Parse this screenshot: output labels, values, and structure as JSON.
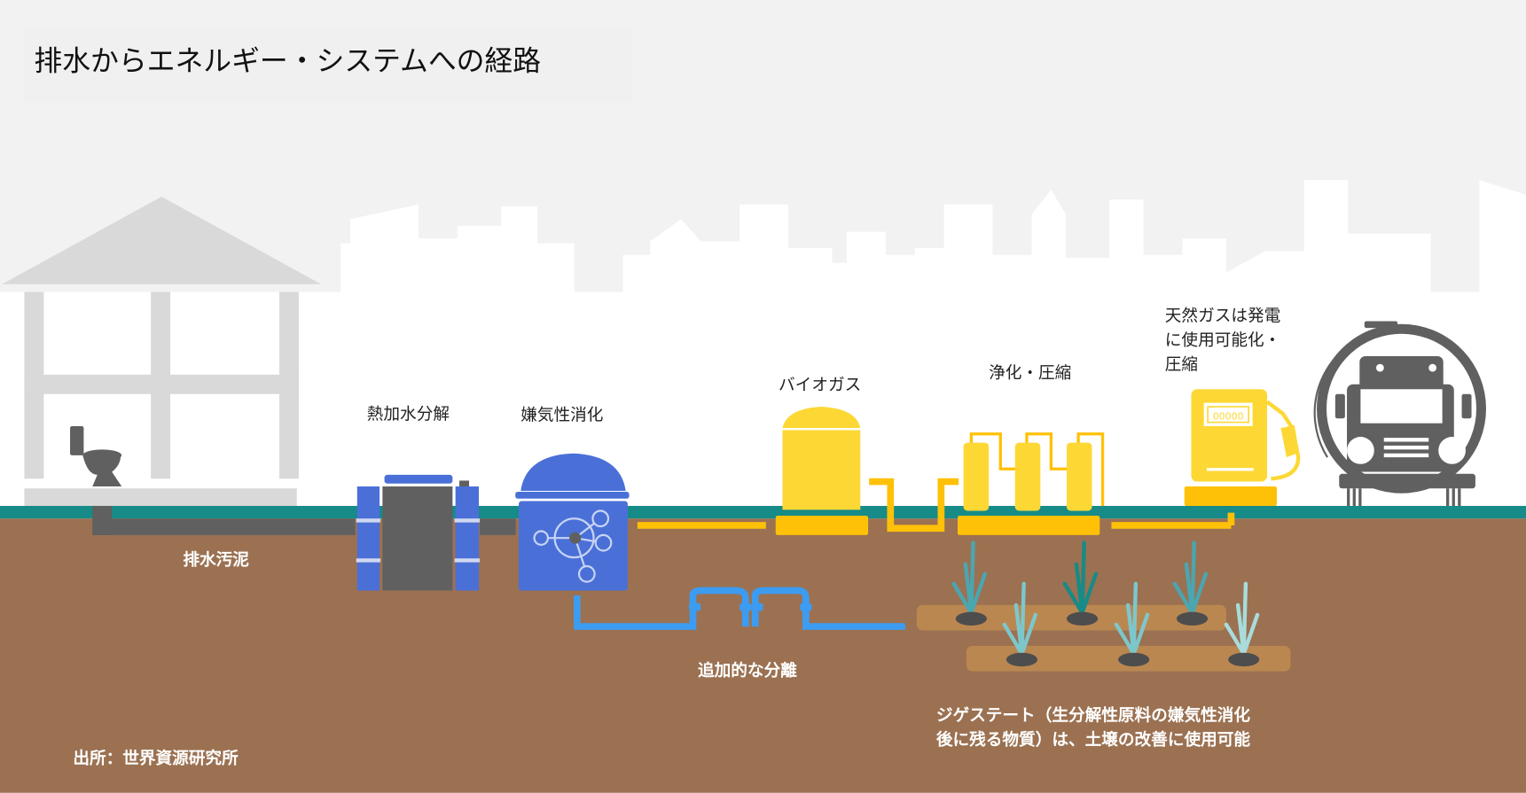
{
  "title": "排水からエネルギー・システムへの経路",
  "labels": {
    "sludge": "排水汚泥",
    "thermal_hydrolysis": "熱加水分解",
    "anaerobic_digestion": "嫌気性消化",
    "biogas": "バイオガス",
    "purification": "浄化・圧縮",
    "natural_gas": [
      "天然ガスは発電",
      "に使用可能化・",
      "圧縮"
    ],
    "separation": "追加的な分離",
    "digestate": [
      "ジゲステート（生分解性原料の嫌気性消化",
      "後に残る物質）は、土壌の改善に使用可能"
    ],
    "source": "出所：世界資源研究所"
  },
  "pump_display": "00000",
  "colors": {
    "sky": "#f2f2f2",
    "ground": "#9b7152",
    "teal": "#168b87",
    "blue": "#4a70d8",
    "pipe_blue": "#3c9cf2",
    "yellow": "#fdd835",
    "amber": "#ffc107",
    "gray": "#606060"
  }
}
